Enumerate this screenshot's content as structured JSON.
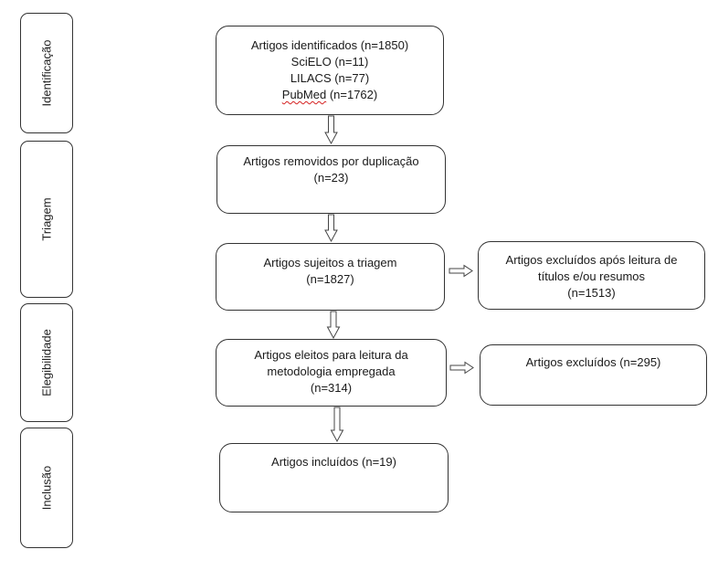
{
  "stages": [
    {
      "label": "Identificação"
    },
    {
      "label": "Triagem"
    },
    {
      "label": "Elegibilidade"
    },
    {
      "label": "Inclusão"
    }
  ],
  "boxes": {
    "identified": {
      "line1": "Artigos identificados (n=1850)",
      "line2": "SciELO (n=11)",
      "line3": "LILACS (n=77)",
      "line4_name": "PubMed",
      "line4_count": " (n=1762)"
    },
    "duplicates": {
      "line1": "Artigos removidos por duplicação",
      "line2": "(n=23)"
    },
    "screening": {
      "line1": "Artigos sujeitos a triagem",
      "line2": "(n=1827)"
    },
    "excluded_titles": {
      "line1": "Artigos excluídos após leitura de",
      "line2": "títulos e/ou resumos",
      "line3": "(n=1513)"
    },
    "eligible": {
      "line1": "Artigos eleitos para leitura da",
      "line2": "metodologia empregada",
      "line3": "(n=314)"
    },
    "excluded_method": {
      "line1": "Artigos excluídos (n=295)"
    },
    "included": {
      "line1": "Artigos incluídos (n=19)"
    }
  }
}
